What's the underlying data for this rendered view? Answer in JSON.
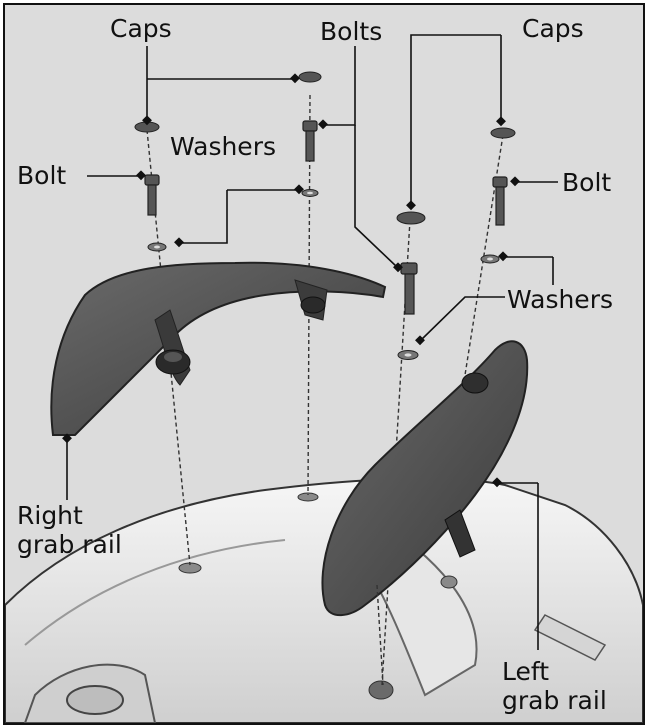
{
  "labels": {
    "caps_left": "Caps",
    "bolts": "Bolts",
    "caps_right": "Caps",
    "washers_left": "Washers",
    "bolt_left": "Bolt",
    "bolt_right": "Bolt",
    "washers_right": "Washers",
    "right_grab_rail_1": "Right",
    "right_grab_rail_2": "grab rail",
    "left_grab_rail_1": "Left",
    "left_grab_rail_2": "grab rail"
  },
  "colors": {
    "background": "#dcdcdc",
    "rail": "#4a4a4a",
    "seat": "#f2f2f2",
    "line": "#111111"
  }
}
